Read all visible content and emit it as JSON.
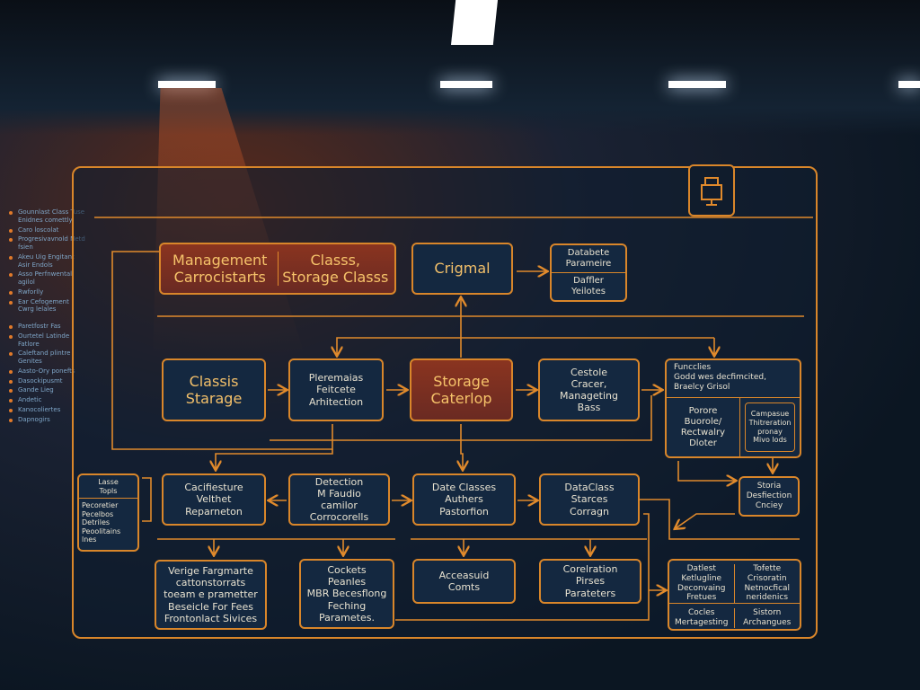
{
  "colors": {
    "accent": "#d9862a",
    "box_fill": "#142840",
    "highlight_fill": "#8a3420",
    "background": "#0b1622"
  },
  "sidebar": {
    "items": [
      "Gounnlast Class Tuse Enidnes comettly",
      "Caro loscolat",
      "Progresivavnold Netd fsien",
      "Akeu Uig Engitant Asir Endols",
      "Asso Perfnwental agilol",
      "Rwforlly",
      "Ear Cefogement Cwrg lelales",
      "Paretfostr Fas",
      "Ourtetel Latinde Fatlore",
      "Caleftand plintre Genites",
      "Aasto-Ory ponefts",
      "Dasockipusmt",
      "Gande Lieg",
      "Andetic",
      "Kanocoliertes",
      "Dapnogirs"
    ]
  },
  "diagram": {
    "management": {
      "left": [
        "Management",
        "Carrocistarts"
      ],
      "right": [
        "Classs,",
        "Storage Classs"
      ]
    },
    "crigmal": "Crigmal",
    "database_table": {
      "top": [
        "Databete",
        "Parameire"
      ],
      "bottom": [
        "Daffler",
        "Yeilotes"
      ]
    },
    "row2": [
      [
        "Classis",
        "Starage"
      ],
      [
        "Pleremaias",
        "Feitcete",
        "Arhitection"
      ],
      [
        "Storage",
        "Caterlop"
      ],
      [
        "Cestole",
        "Cracer,",
        "Manageting",
        "Bass"
      ]
    ],
    "right_panel": {
      "bullets": [
        "Funcclies",
        "Godd wes decfimcited,",
        "Braelcy Grisol"
      ],
      "left": [
        "Porore",
        "Buorole/",
        "Rectwalry",
        "Dloter"
      ],
      "inset": [
        "Campasue",
        "Thitreration",
        "pronay",
        "Mivo lods"
      ]
    },
    "storia": [
      "Storia",
      "Desfiection",
      "Cnciey"
    ],
    "lasse": {
      "top": [
        "Lasse",
        "Topls"
      ],
      "bottom": [
        "Pecoretier",
        "Pecelbos",
        "Detriles",
        "Peoolitains",
        "lnes"
      ]
    },
    "row3": [
      [
        "Cacifiesture",
        "Velthet",
        "Reparneton"
      ],
      [
        "Detection",
        "M Faudio",
        "camilor",
        "Corrocorells"
      ],
      [
        "Date Classes",
        "Authers",
        "Pastorfion"
      ],
      [
        "DataClass",
        "Starces",
        "Corragn"
      ]
    ],
    "row4": [
      [
        "Verige Fargmarte",
        "cattonstorrats",
        "toeam e prametter",
        "Beseicle For Fees",
        "Frontonlact Sivices"
      ],
      [
        "Cockets",
        "Peanles",
        "MBR Becesflong",
        "Feching",
        "Parametes."
      ],
      [
        "Acceasuid",
        "Comts"
      ],
      [
        "Corelration",
        "Pirses",
        "Parateters"
      ]
    ],
    "bottom_table": [
      [
        "Datlest",
        "Ketlugline",
        "Deconvaing",
        "Fretues"
      ],
      [
        "Tofette",
        "Crisoratin",
        "Netnocfical",
        "neridenics"
      ],
      [
        "Cocles",
        "Mertagesting"
      ],
      [
        "Sistorn",
        "Archangues"
      ]
    ]
  }
}
